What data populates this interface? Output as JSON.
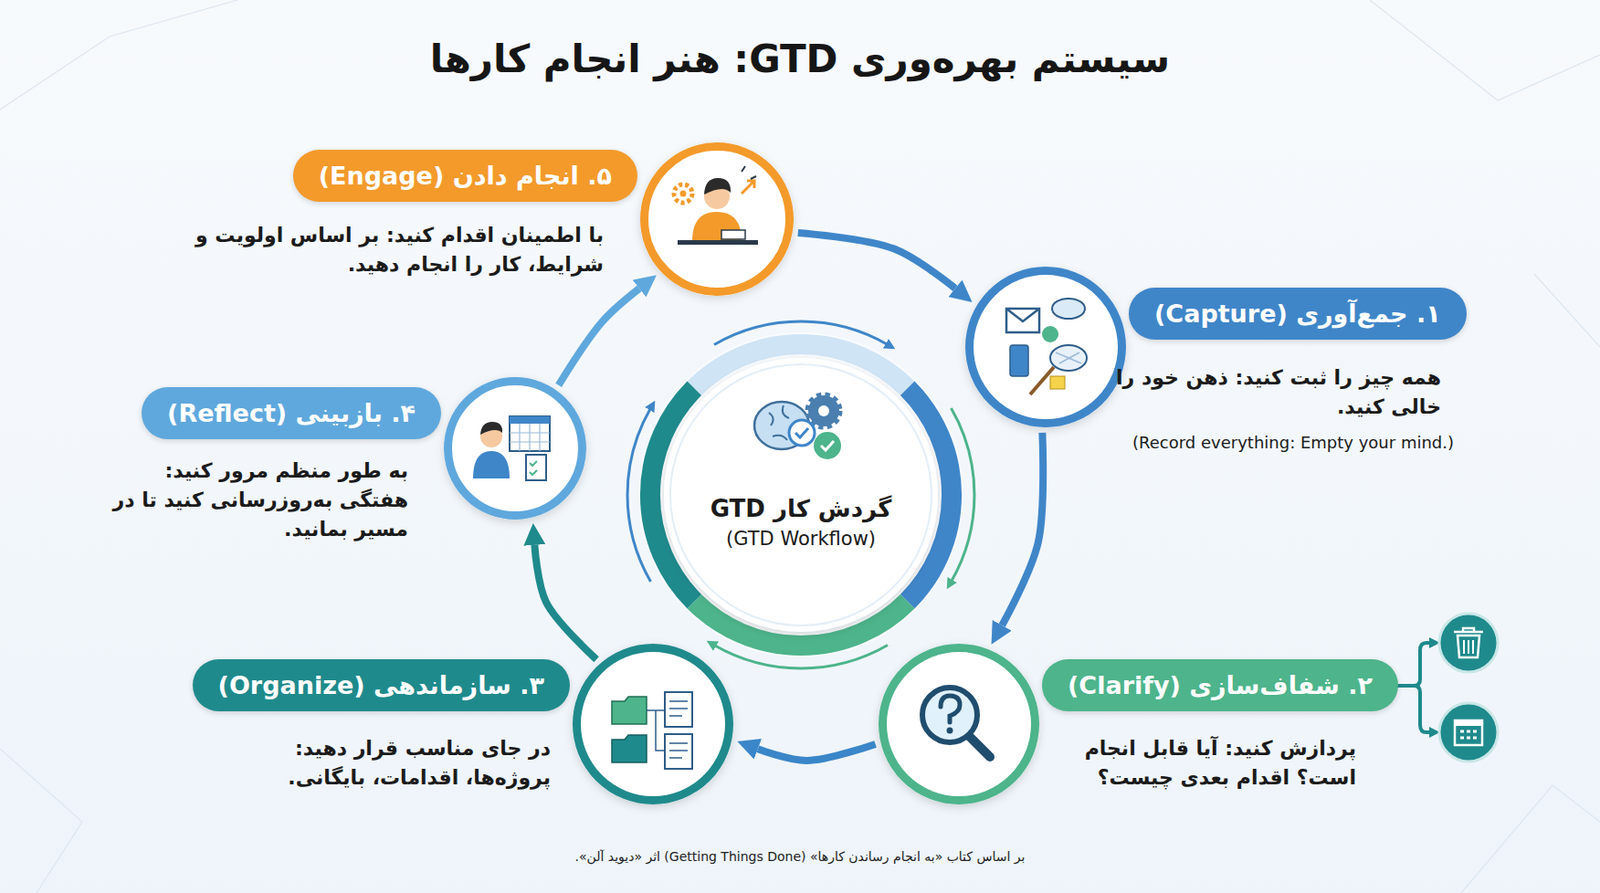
{
  "diagram": {
    "title": "سیستم بهره‌وری GTD: هنر انجام کارها",
    "caption": "بر اساس کتاب «به انجام رساندن کارها» (Getting Things Done) اثر «دیوید آلن».",
    "nodes": [
      {
        "text": [
          "۱. جمع‌آوری (Capture)",
          "همه چیز را ثبت کنید: ذهن خود را خالی کنید.",
          "(Record everything: Empty your mind.)"
        ]
      },
      {
        "text": [
          "۲. شفاف‌سازی (Clarify)",
          "پردازش کنید: آیا قابل انجام است؟ اقدام بعدی چیست؟"
        ]
      },
      {
        "text": [
          "۳. سازماندهی (Organize)",
          "در جای مناسب قرار دهید: پروژه‌ها، اقدامات، بایگانی."
        ]
      },
      {
        "text": [
          "۴. بازبینی (Reflect)",
          "به طور منظم مرور کنید: هفتگی به‌روزرسانی کنید تا در مسیر بمانید."
        ]
      },
      {
        "text": [
          "۵. انجام دادن (Engage)",
          "با اطمینان اقدام کنید: بر اساس اولویت و شرایط، کار را انجام دهید."
        ]
      },
      {
        "text": [
          "گردش کار GTD",
          "(GTD Workflow)"
        ]
      }
    ],
    "edges": [
      {
        "from": 0,
        "to": 1,
        "arrow": "to"
      },
      {
        "from": 1,
        "to": 2,
        "arrow": "to"
      },
      {
        "from": 2,
        "to": 3,
        "arrow": "to"
      },
      {
        "from": 3,
        "to": 4,
        "arrow": "to"
      },
      {
        "from": 4,
        "to": 0,
        "arrow": "to"
      }
    ]
  }
}
